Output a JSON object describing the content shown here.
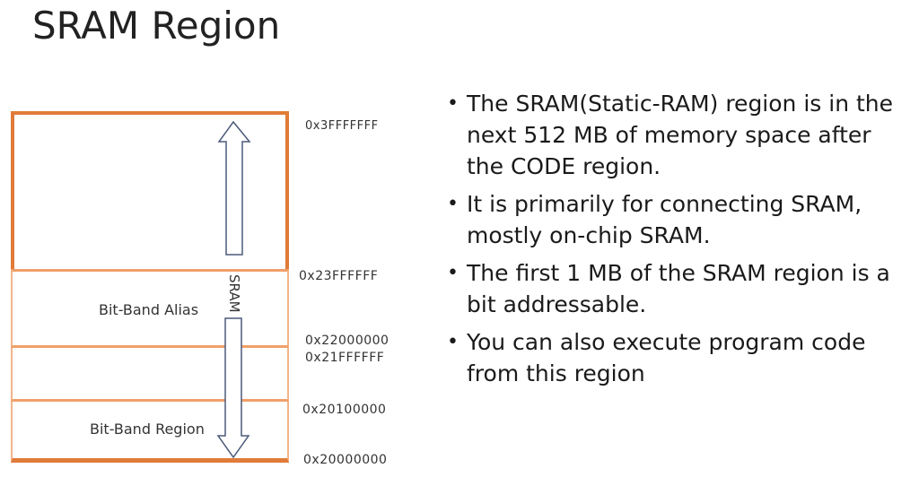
{
  "slide": {
    "title": "SRAM Region"
  },
  "diagram": {
    "sram_label": "SRAM",
    "regions": {
      "bit_band_alias": "Bit-Band Alias",
      "bit_band_region": "Bit-Band Region"
    },
    "addresses": {
      "top": "0x3FFFFFFF",
      "alias_end": "0x23FFFFFF",
      "alias_start": "0x22000000",
      "gap_end": "0x21FFFFFF",
      "bitband_end": "0x20100000",
      "bottom": "0x20000000"
    },
    "colors": {
      "outer_border": "#e07b39",
      "inner_border": "#f0a06a",
      "arrow_stroke": "#4a5a7a"
    }
  },
  "bullets": [
    "The SRAM(Static-RAM) region is in the next 512 MB of memory space after the CODE region.",
    "It is primarily for connecting SRAM, mostly on-chip SRAM.",
    "The first 1 MB of the SRAM region is a bit addressable.",
    "You can also execute program code from this region"
  ]
}
